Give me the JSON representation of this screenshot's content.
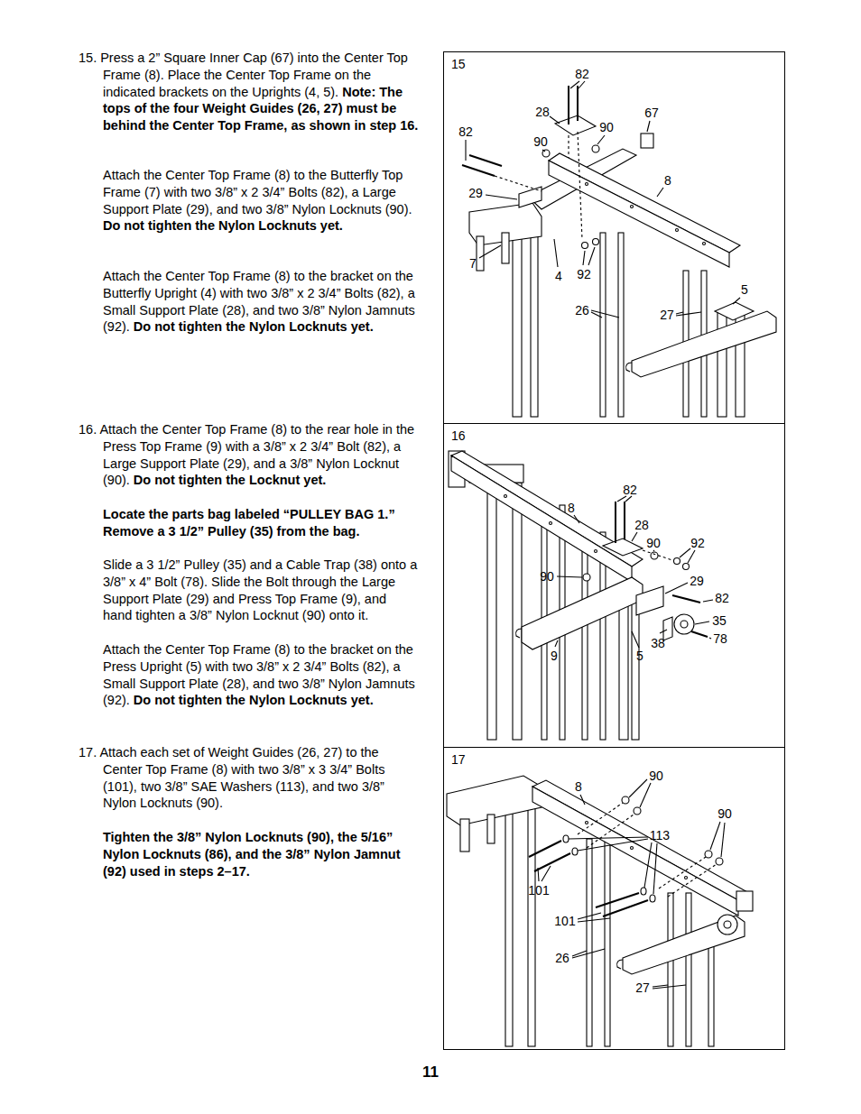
{
  "diagram": {
    "nodes": [
      {
        "text": [
          "15"
        ]
      },
      {
        "text": [
          "16"
        ]
      },
      {
        "text": [
          "17"
        ]
      }
    ],
    "labels": [
      "15. Press a 2” Square Inner Cap (67) into the Center Top Frame (8). Place the Center Top Frame on the indicated brackets on the Uprights (4, 5).",
      "Note: The tops of the four Weight Guides (26, 27) must be behind the Center Top Frame, as shown in step 16.",
      "Attach the Center Top Frame (8) to the Butterfly Top Frame (7) with two 3/8” x 2 3/4” Bolts (82), a Large Support Plate (29), and two 3/8” Nylon Locknuts (90).",
      "Do not tighten the Nylon Locknuts yet.",
      "Attach the Center Top Frame (8) to the bracket on the Butterfly Upright (4) with two 3/8” x 2 3/4” Bolts (82), a Small Support Plate (28), and two 3/8” Nylon Jamnuts (92).",
      "Do not tighten the Nylon Locknuts yet.",
      "16. Attach the Center Top Frame (8) to the rear hole in the Press Top Frame (9) with a 3/8” x 2 3/4” Bolt (82), a Large Support Plate (29), and a 3/8” Nylon Locknut (90).",
      "Do not tighten the Locknut yet.",
      "Locate the parts bag labeled “PULLEY BAG 1.” Remove a 3 1/2” Pulley (35) from the bag.",
      "Slide a 3 1/2” Pulley (35) and a Cable Trap (38) onto a 3/8” x 4” Bolt (78). Slide the Bolt through the Large Support Plate (29) and Press Top Frame (9), and hand tighten a 3/8” Nylon Locknut (90) onto it.",
      "Attach the Center Top Frame (8) to the bracket on the Press Upright (5) with two 3/8” x 2 3/4” Bolts (82), a Small Support Plate (28), and two 3/8” Nylon Jamnuts (92).",
      "Do not tighten the Nylon Locknuts yet.",
      "17. Attach each set of Weight Guides (26, 27) to the Center Top Frame (8) with two 3/8” x 3 3/4” Bolts (101), two 3/8” SAE Washers (113), and two 3/8” Nylon Locknuts (90).",
      "Tighten the 3/8” Nylon Locknuts (90), the 5/16” Nylon Locknuts (86), and the 3/8” Nylon Jamnut (92) used in steps 2–17.",
      "82",
      "28",
      "67",
      "82",
      "90",
      "90",
      "8",
      "29",
      "7",
      "4",
      "92",
      "5",
      "26",
      "27",
      "8",
      "82",
      "28",
      "90",
      "92",
      "90",
      "29",
      "82",
      "35",
      "78",
      "38",
      "9",
      "5",
      "90",
      "8",
      "90",
      "113",
      "101",
      "101",
      "26",
      "27",
      "11"
    ]
  }
}
